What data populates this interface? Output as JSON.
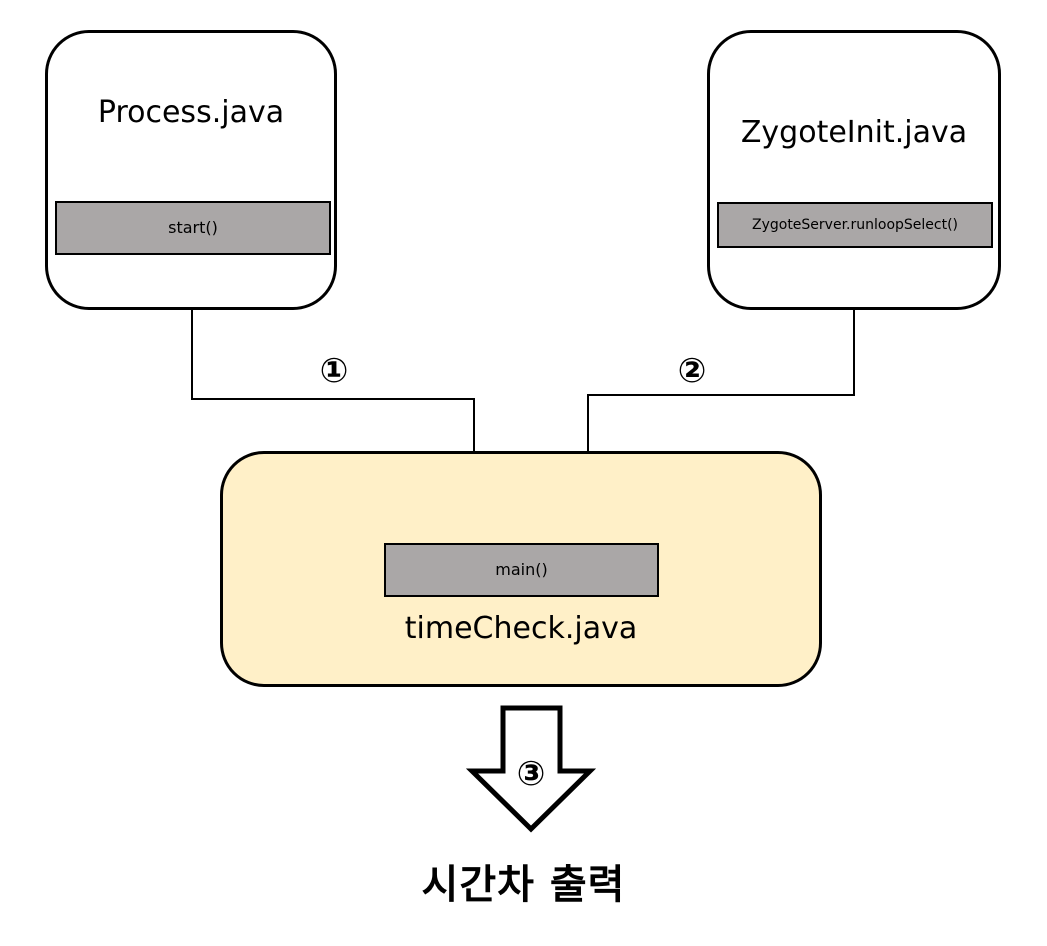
{
  "colors": {
    "method_fill": "#aaa7a7",
    "target_fill": "#fff0c8",
    "border": "#000000",
    "background": "#ffffff"
  },
  "process_node": {
    "title": "Process.java",
    "method": "start()"
  },
  "zygote_node": {
    "title": "ZygoteInit.java",
    "method": "ZygoteServer.runloopSelect()"
  },
  "target_node": {
    "title": "timeCheck.java",
    "method": "main()"
  },
  "steps": {
    "step1": "①",
    "step2": "②",
    "step3": "③"
  },
  "result": "시간차 출력"
}
